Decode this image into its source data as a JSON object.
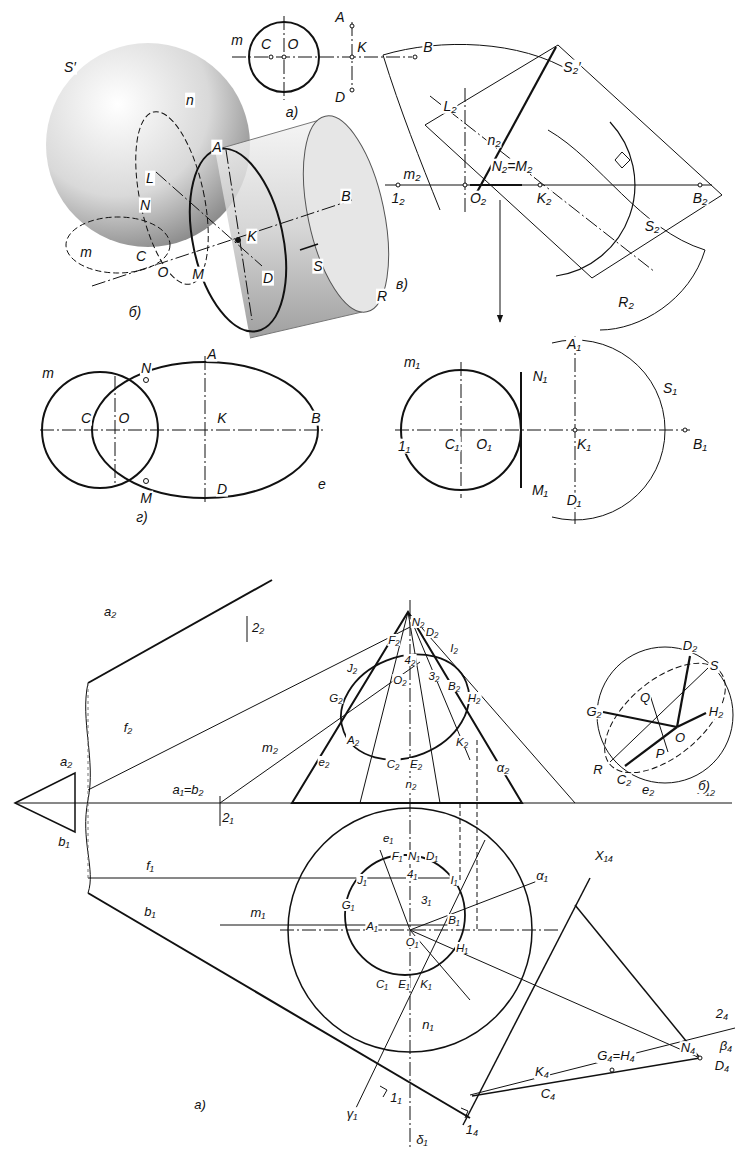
{
  "diagram": {
    "labels": [
      "m",
      "C",
      "O",
      "A",
      "K",
      "B",
      "D",
      "а)",
      "S′",
      "n",
      "L",
      "A",
      "N",
      "B",
      "m",
      "C",
      "O",
      "M",
      "K",
      "D",
      "S",
      "R",
      "б)",
      "S₂′",
      "L₂",
      "n₂",
      "N₂=M₂",
      "m₂",
      "O₂",
      "K₂",
      "B₂",
      "1₂",
      "S₂",
      "R₂",
      "в)",
      "m₁",
      "A₁",
      "N₁",
      "S₁",
      "1₁",
      "C₁",
      "O₁",
      "K₁",
      "B₁",
      "M₁",
      "D₁",
      "m",
      "N",
      "A",
      "C",
      "O",
      "K",
      "B",
      "M",
      "D",
      "e",
      "г)",
      "a₂",
      "2₂",
      "a₂",
      "b₁",
      "f₂",
      "a₁=b₂",
      "2₁",
      "m₂",
      "α₂",
      "X₁₂",
      "N₂",
      "F₂",
      "D₂",
      "I₂",
      "4₂",
      "J₂",
      "O₂",
      "3₂",
      "B₂",
      "G₂",
      "H₂",
      "A₂",
      "K₂",
      "e₂",
      "C₂",
      "E₂",
      "n₂",
      "f₁",
      "b₁",
      "m₁",
      "α₁",
      "e₁",
      "F₁",
      "N₁",
      "D₁",
      "J₁",
      "4₁",
      "I₁",
      "G₁",
      "3₁",
      "A₁",
      "B₁",
      "O₁",
      "H₁",
      "C₁",
      "E₁",
      "K₁",
      "n₁",
      "а)",
      "γ₁",
      "1₁",
      "δ₁",
      "1₄",
      "X₁₄",
      "2₄",
      "β₄",
      "N₄",
      "D₄",
      "G₄=H₄",
      "K₄",
      "C₄",
      "D₂",
      "S",
      "Q",
      "G₂",
      "O",
      "H₂",
      "P",
      "R",
      "C₂",
      "e₂",
      "б)"
    ]
  }
}
